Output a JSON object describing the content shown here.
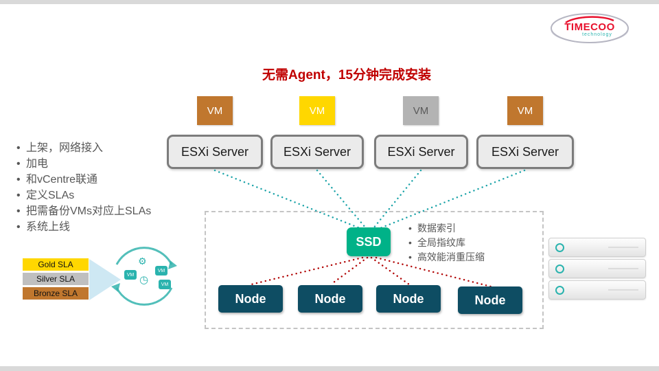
{
  "title": "无需Agent，15分钟完成安装",
  "logo": {
    "brand": "TIMECOO",
    "tagline": "technology",
    "brand_color": "#e8112d",
    "tagline_color": "#2ab3ae"
  },
  "vms": [
    {
      "label": "VM",
      "color": "#c0772e"
    },
    {
      "label": "VM",
      "color": "#ffd700"
    },
    {
      "label": "VM",
      "color": "#b3b3b3"
    },
    {
      "label": "VM",
      "color": "#c0772e"
    }
  ],
  "esxi_servers": [
    {
      "label": "ESXi Server"
    },
    {
      "label": "ESXi Server"
    },
    {
      "label": "ESXi Server"
    },
    {
      "label": "ESXi Server"
    }
  ],
  "left_bullets": [
    "上架，网络接入",
    "加电",
    "和vCentre联通",
    "定义SLAs",
    "把需备份VMs对应上SLAs",
    "系统上线"
  ],
  "ssd": {
    "label": "SSD",
    "color": "#00b288"
  },
  "ssd_bullets": [
    "数据索引",
    "全局指纹库",
    "高效能消重压缩"
  ],
  "nodes": [
    {
      "label": "Node"
    },
    {
      "label": "Node"
    },
    {
      "label": "Node"
    },
    {
      "label": "Node"
    }
  ],
  "sla_tiers": [
    {
      "label": "Gold SLA",
      "color": "#ffd700"
    },
    {
      "label": "Silver SLA",
      "color": "#bfbfbf"
    },
    {
      "label": "Bronze SLA",
      "color": "#c0772e"
    }
  ],
  "cycle_icon": {
    "vm_badge": "VM",
    "gear_glyph": "⚙",
    "clock_glyph": "◷"
  },
  "colors": {
    "title": "#c00000",
    "teal_connector": "#1aa3a8",
    "red_connector": "#b00000",
    "node_bg": "#0e4d63",
    "esxi_border": "#7c7c7c"
  }
}
